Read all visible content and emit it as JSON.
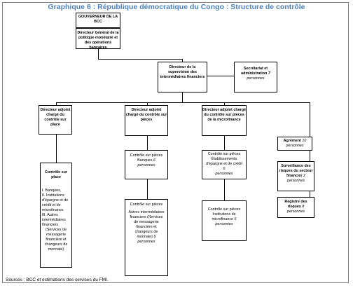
{
  "title": "Graphique 6 : République démocratique du Congo : Structure de contrôle",
  "boxes": {
    "gouverneur": "GOUVERNEUR DE LA BCC",
    "dg": "Directeur Général de la politique monétaire et des opérations bancaires",
    "supervision": "Directeur de la supervision des intermédiaires financiers",
    "secretariat": "Secrétariat et administration",
    "secretariat_count": "7",
    "secretariat_unit": "personnes",
    "adj_place": "Directeur adjoint chargé du contrôle sur place",
    "adj_pieces": "Directeur adjoint chargé du contrôle sur pièces",
    "adj_micro": "Directeur adjoint chargé du contrôle sur pièces de la microfinance",
    "agrement": "Agrément",
    "agrement_count": "10",
    "agrement_unit": "personnes",
    "surveillance": "Surveillance des risques du secteur financier",
    "surveillance_count": "2",
    "surveillance_unit": "personnes",
    "registre": "Registre des risques",
    "registre_count": "8",
    "registre_unit": "personnes",
    "place_title": "Contrôle sur place",
    "place_items": [
      "I. Banques,",
      "II. Institutions d'épargne et de crédit et de microfinance",
      "III. Autres intermédiaires financiers",
      "(Services de messagerie financière et changeurs de monnaie)"
    ],
    "banques_title": "Contrôle sur pièces Banques",
    "banques_count": "6",
    "banques_unit": "personnes",
    "epargne_title": "Contrôle sur pièces Établissements d'épargne et de crédit",
    "epargne_count": "6",
    "epargne_unit": "personnes",
    "autres_title": "Contrôle sur pièces",
    "autres_body": "Autres intermédiaires financiers (Services de messagerie financière et changeurs de monnaie)",
    "autres_count": "6",
    "autres_unit": "personnes",
    "micro_title": "Contrôle sur pièces Institutions de microfinance",
    "micro_count": "6",
    "micro_unit": "personnes"
  },
  "sources": "Sources : BCC et estimations des services du FMI."
}
